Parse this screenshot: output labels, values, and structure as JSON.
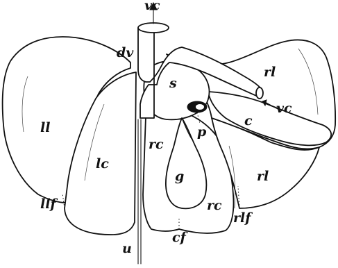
{
  "labels": {
    "vc_top": "vc",
    "dv": "dv",
    "rl_upper": "rl",
    "s": "s",
    "vc_right": "vc",
    "c": "c",
    "p": "p",
    "ll": "ll",
    "lc": "lc",
    "rc_left": "rc",
    "g": "g",
    "rl_lower": "rl",
    "rc_lower": "rc",
    "llf": "llf",
    "rlf": "rlf",
    "cf": "cf",
    "u": "u"
  }
}
